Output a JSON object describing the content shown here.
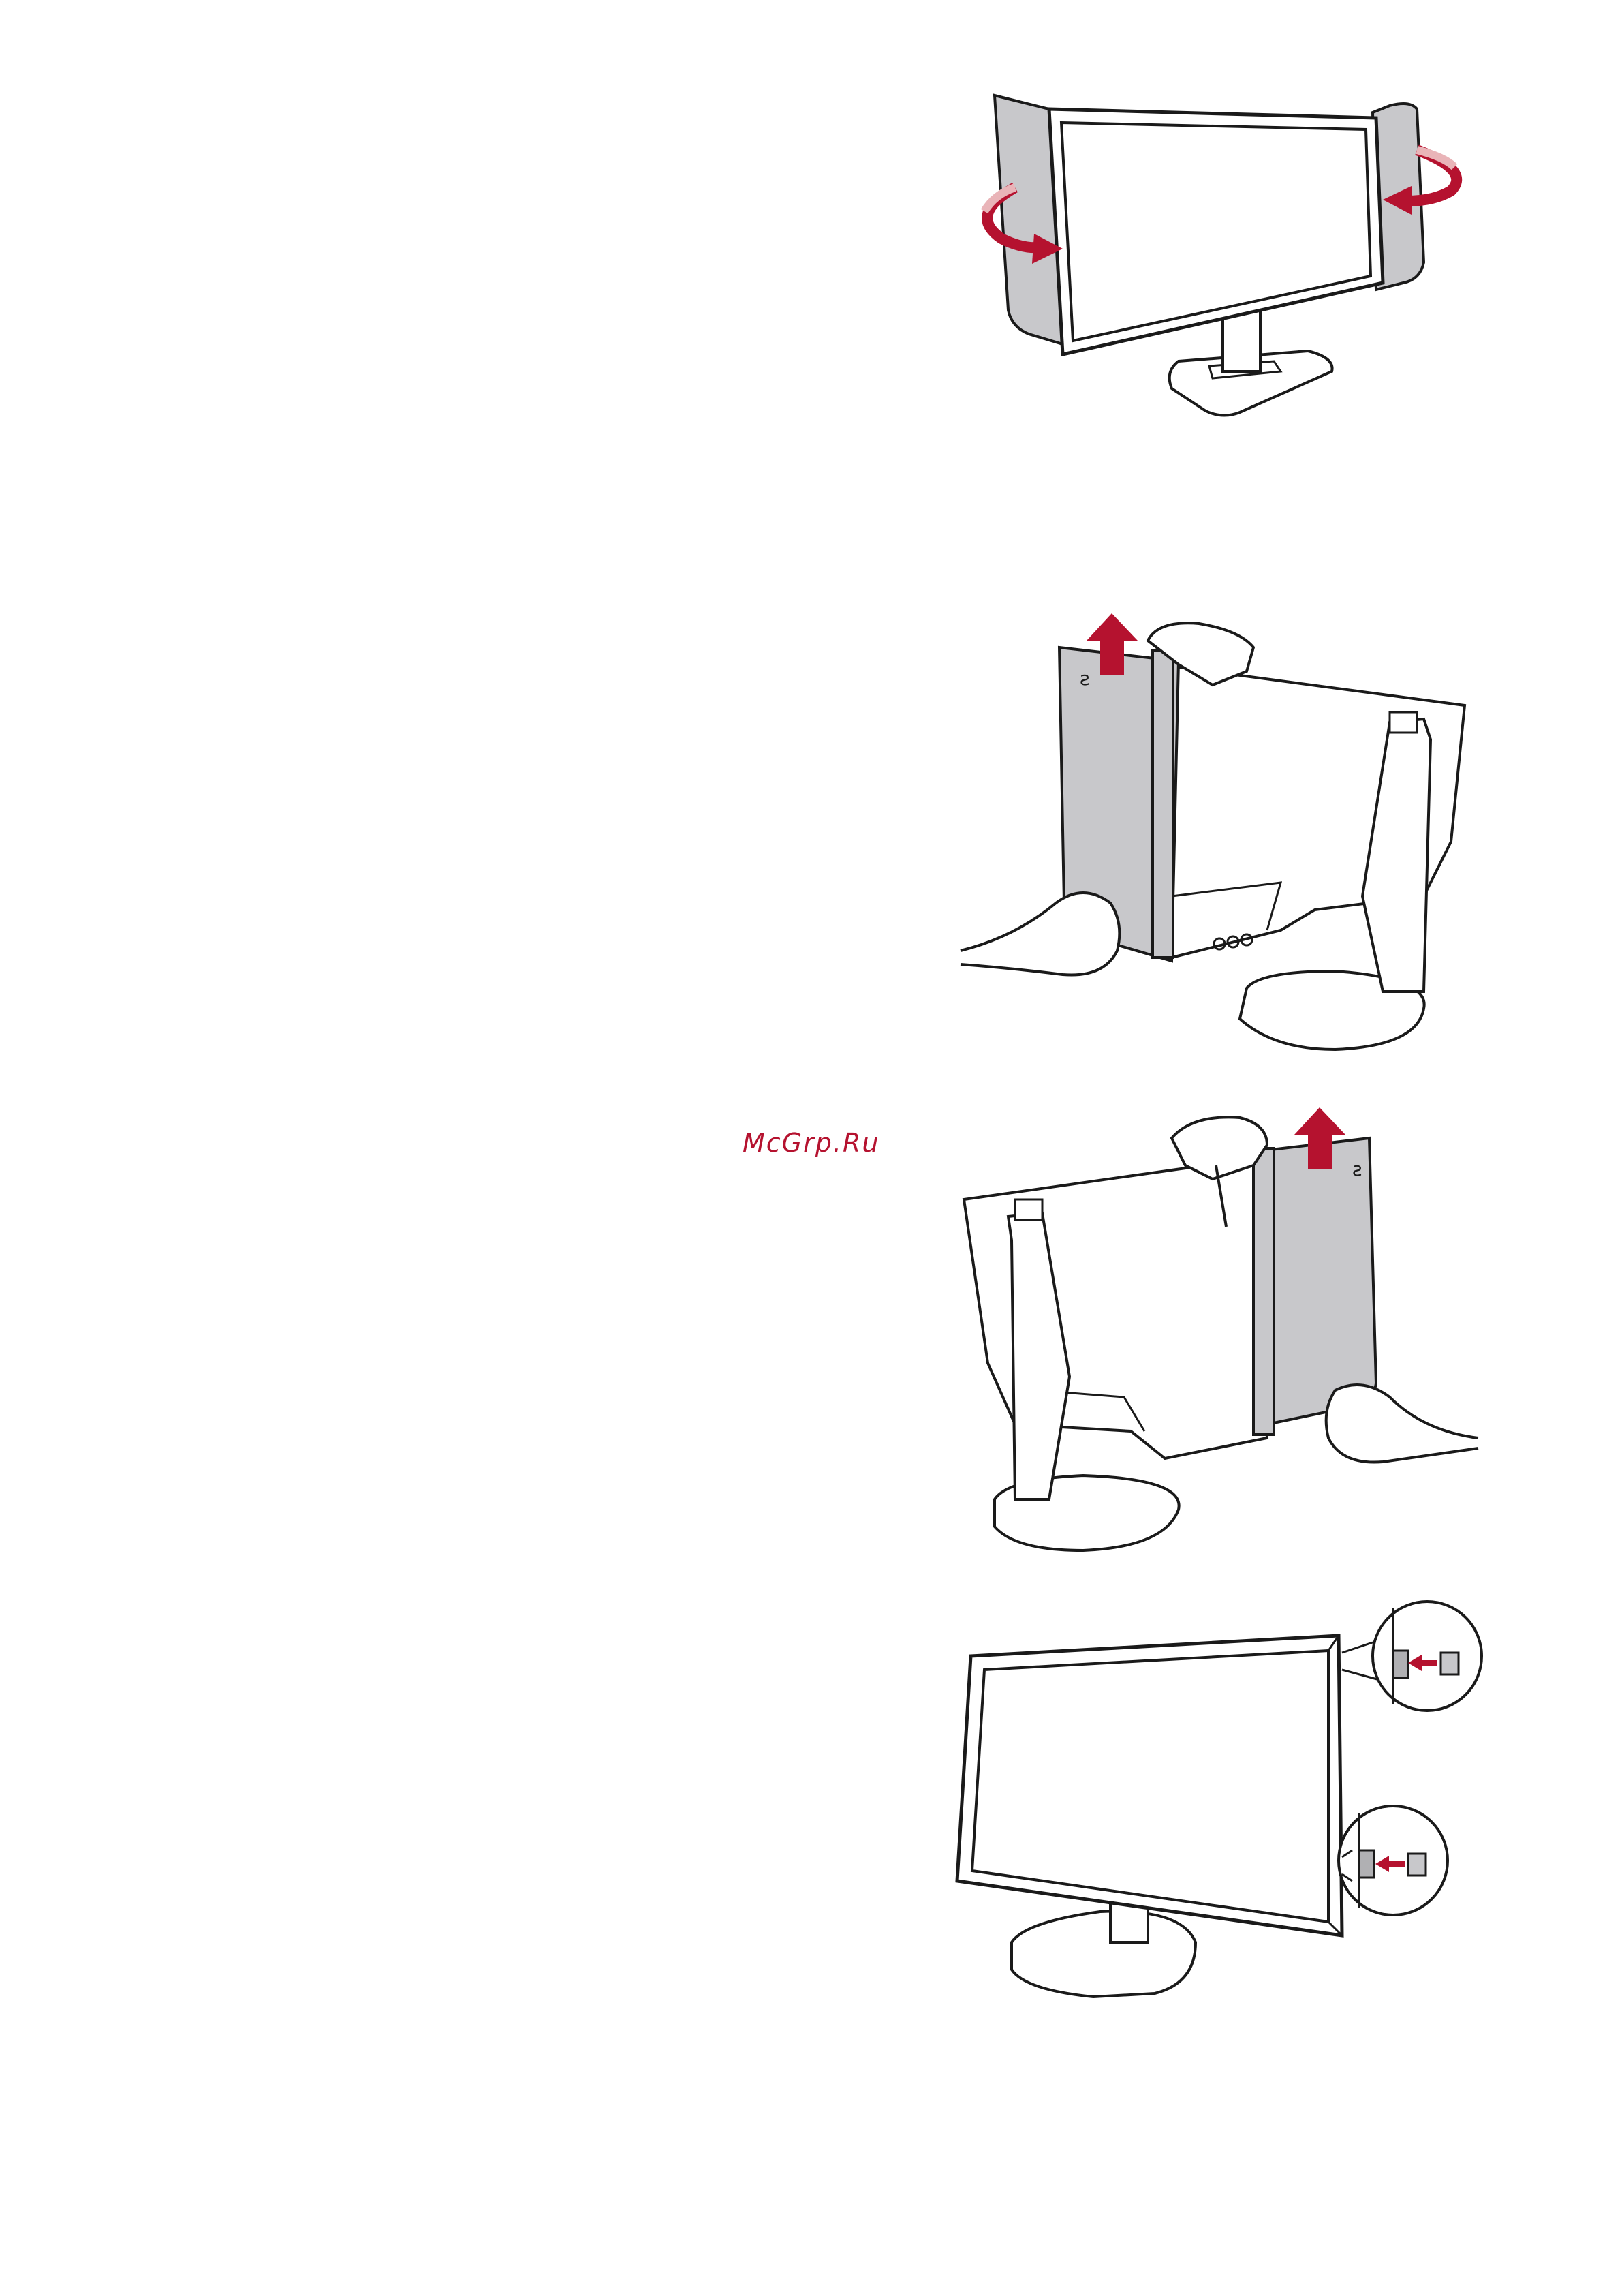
{
  "watermark": "McGrp.Ru",
  "colors": {
    "accent": "#b5122f",
    "line": "#1a1a1a",
    "shield": "#c8c8cb",
    "arrow_fade": "#e9b4b8"
  },
  "figures": [
    {
      "name": "hood-fold-illustration",
      "icon": "monitor-with-side-shields"
    },
    {
      "name": "remove-left-shield-illustration",
      "icon": "monitor-back-lift-left-shield"
    },
    {
      "name": "remove-right-shield-illustration",
      "icon": "monitor-back-lift-right-shield"
    },
    {
      "name": "attach-caps-illustration",
      "icon": "monitor-front-with-callouts"
    }
  ]
}
